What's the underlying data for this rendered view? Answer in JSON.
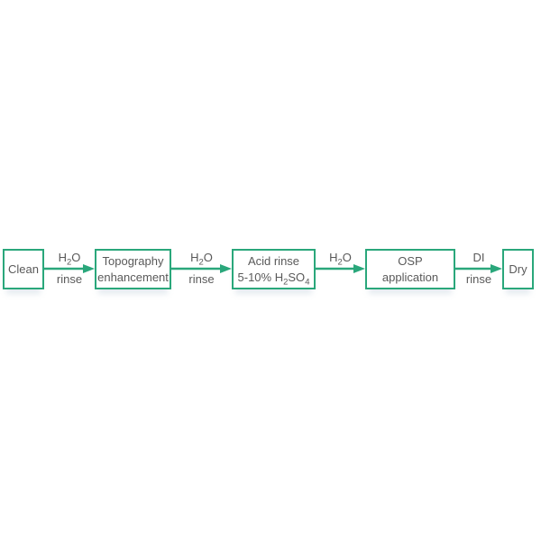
{
  "colors": {
    "accent": "#2aa77b",
    "text": "#595959",
    "background": "#ffffff"
  },
  "flow": {
    "type": "process-flow",
    "steps": [
      {
        "name": "clean",
        "lines": [
          [
            {
              "t": "Clean"
            }
          ]
        ]
      },
      {
        "name": "topography-enhancement",
        "lines": [
          [
            {
              "t": "Topography"
            }
          ],
          [
            {
              "t": "enhancement"
            }
          ]
        ]
      },
      {
        "name": "acid-rinse",
        "lines": [
          [
            {
              "t": "Acid rinse"
            }
          ],
          [
            {
              "t": "5-10% H"
            },
            {
              "t": "2",
              "sub": true
            },
            {
              "t": "SO"
            },
            {
              "t": "4",
              "sub": true
            }
          ]
        ]
      },
      {
        "name": "osp-application",
        "lines": [
          [
            {
              "t": "OSP"
            }
          ],
          [
            {
              "t": "application"
            }
          ]
        ]
      },
      {
        "name": "dry",
        "lines": [
          [
            {
              "t": "Dry"
            }
          ]
        ]
      }
    ],
    "arrows": [
      {
        "from": "clean",
        "to": "topography-enhancement",
        "label_top": [
          {
            "t": "H"
          },
          {
            "t": "2",
            "sub": true
          },
          {
            "t": "O"
          }
        ],
        "label_bottom": [
          {
            "t": "rinse"
          }
        ]
      },
      {
        "from": "topography-enhancement",
        "to": "acid-rinse",
        "label_top": [
          {
            "t": "H"
          },
          {
            "t": "2",
            "sub": true
          },
          {
            "t": "O"
          }
        ],
        "label_bottom": [
          {
            "t": "rinse"
          }
        ]
      },
      {
        "from": "acid-rinse",
        "to": "osp-application",
        "label_top": [
          {
            "t": "H"
          },
          {
            "t": "2",
            "sub": true
          },
          {
            "t": "O"
          }
        ],
        "label_bottom": []
      },
      {
        "from": "osp-application",
        "to": "dry",
        "label_top": [
          {
            "t": "DI"
          }
        ],
        "label_bottom": [
          {
            "t": "rinse"
          }
        ]
      }
    ]
  }
}
